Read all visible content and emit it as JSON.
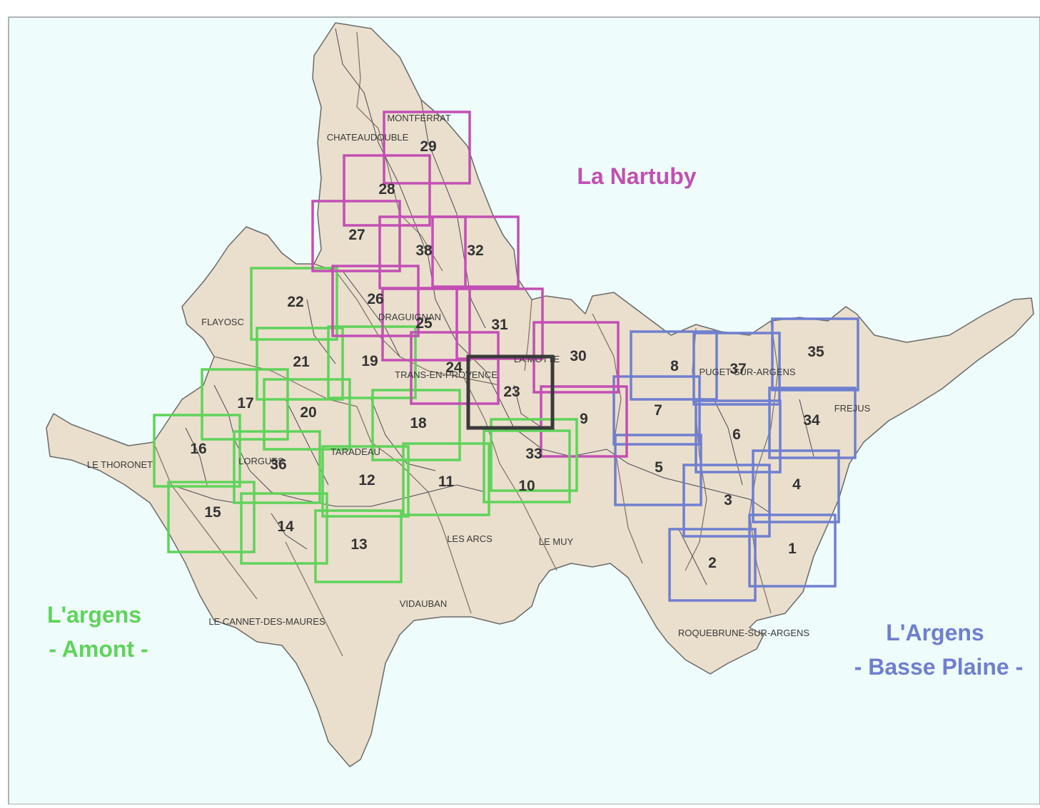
{
  "colors": {
    "sea": "#eefcfc",
    "land": "#eadfcd",
    "land_stroke": "#6a6a6a",
    "river": "#4a4a55",
    "narutby": "#c24fb4",
    "amont": "#5fd35a",
    "basse_plaine": "#6f7fd0",
    "selected": "#3a3a3a"
  },
  "regions": [
    {
      "id": "nartuby",
      "text": "La Nartuby",
      "color_key": "narutby"
    },
    {
      "id": "amont-1",
      "text": "L'argens",
      "color_key": "amont"
    },
    {
      "id": "amont-2",
      "text": "- Amont -",
      "color_key": "amont"
    },
    {
      "id": "bp-1",
      "text": "L'Argens",
      "color_key": "basse_plaine"
    },
    {
      "id": "bp-2",
      "text": "- Basse Plaine -",
      "color_key": "basse_plaine"
    }
  ],
  "towns": [
    "MONTFERRAT",
    "CHATEAUDOUBLE",
    "FLAYOSC",
    "DRAGUIGNAN",
    "TRANS-EN-PROVENCE",
    "LA MOTTE",
    "PUGET-SUR-ARGENS",
    "FREJUS",
    "LE THORONET",
    "LORGUES",
    "TARADEAU",
    "LES ARCS",
    "LE MUY",
    "VIDAUBAN",
    "LE CANNET-DES-MAURES",
    "ROQUEBRUNE-SUR-ARGENS"
  ],
  "tiles": [
    {
      "n": "1",
      "group": "basse_plaine"
    },
    {
      "n": "2",
      "group": "basse_plaine"
    },
    {
      "n": "3",
      "group": "basse_plaine"
    },
    {
      "n": "4",
      "group": "basse_plaine"
    },
    {
      "n": "5",
      "group": "basse_plaine"
    },
    {
      "n": "6",
      "group": "basse_plaine"
    },
    {
      "n": "7",
      "group": "basse_plaine"
    },
    {
      "n": "8",
      "group": "basse_plaine"
    },
    {
      "n": "9",
      "group": "narutby"
    },
    {
      "n": "10",
      "group": "amont"
    },
    {
      "n": "11",
      "group": "amont"
    },
    {
      "n": "12",
      "group": "amont"
    },
    {
      "n": "13",
      "group": "amont"
    },
    {
      "n": "14",
      "group": "amont"
    },
    {
      "n": "15",
      "group": "amont"
    },
    {
      "n": "16",
      "group": "amont"
    },
    {
      "n": "17",
      "group": "amont"
    },
    {
      "n": "18",
      "group": "amont"
    },
    {
      "n": "19",
      "group": "amont"
    },
    {
      "n": "20",
      "group": "amont"
    },
    {
      "n": "21",
      "group": "amont"
    },
    {
      "n": "22",
      "group": "amont"
    },
    {
      "n": "23",
      "group": "selected"
    },
    {
      "n": "24",
      "group": "narutby"
    },
    {
      "n": "25",
      "group": "narutby"
    },
    {
      "n": "26",
      "group": "narutby"
    },
    {
      "n": "27",
      "group": "narutby"
    },
    {
      "n": "28",
      "group": "narutby"
    },
    {
      "n": "29",
      "group": "narutby"
    },
    {
      "n": "30",
      "group": "narutby"
    },
    {
      "n": "31",
      "group": "narutby"
    },
    {
      "n": "32",
      "group": "narutby"
    },
    {
      "n": "33",
      "group": "amont"
    },
    {
      "n": "34",
      "group": "basse_plaine"
    },
    {
      "n": "35",
      "group": "basse_plaine"
    },
    {
      "n": "36",
      "group": "amont"
    },
    {
      "n": "37",
      "group": "basse_plaine"
    },
    {
      "n": "38",
      "group": "narutby"
    }
  ]
}
